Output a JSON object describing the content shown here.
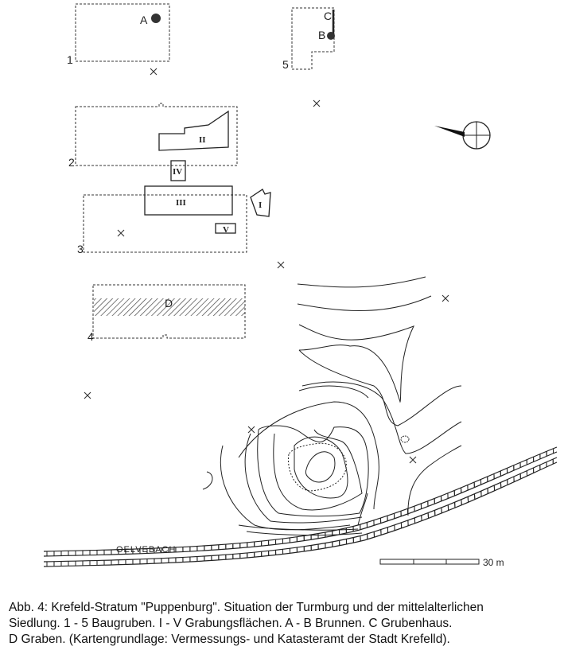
{
  "map": {
    "pits": [
      "1",
      "2",
      "3",
      "4",
      "5"
    ],
    "areas": [
      "I",
      "II",
      "III",
      "IV",
      "V"
    ],
    "features": {
      "A": "A",
      "B": "B",
      "C": "C",
      "D": "D"
    },
    "stream_label": "OELVEBACH",
    "scale_label": "30 m"
  },
  "caption": {
    "line1": "Abb. 4:   Krefeld-Stratum \"Puppenburg\". Situation der Turmburg und der mittelalterlichen",
    "line2": "Siedlung. 1 - 5 Baugruben. I - V Grabungsflächen. A - B Brunnen. C Grubenhaus.",
    "line3": "D Graben. (Kartengrundlage: Vermessungs- und Katasteramt der Stadt Krefelld)."
  }
}
